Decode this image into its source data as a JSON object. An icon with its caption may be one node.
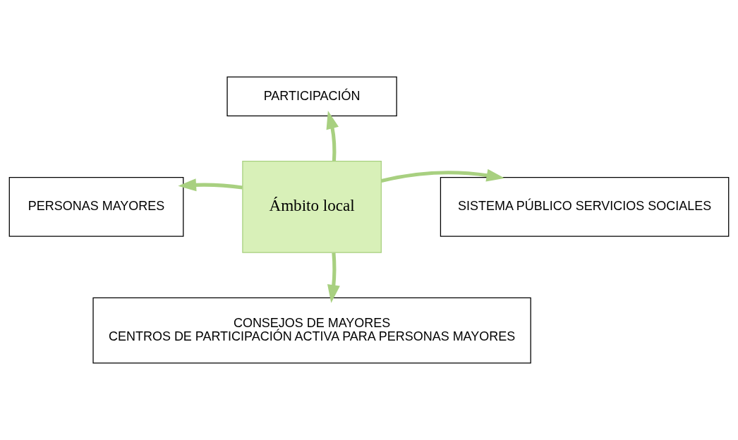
{
  "diagram": {
    "nodes": [
      {
        "text": [
          "PARTICIPACIÓN"
        ]
      },
      {
        "text": [
          "PERSONAS MAYORES"
        ]
      },
      {
        "text": [
          "Ámbito local"
        ]
      },
      {
        "text": [
          "SISTEMA PÚBLICO SERVICIOS SOCIALES"
        ]
      },
      {
        "text": [
          "CONSEJOS DE MAYORES",
          "CENTROS DE PARTICIPACIÓN ACTIVA PARA PERSONAS MAYORES"
        ]
      }
    ],
    "edges": [
      {
        "from": 2,
        "to": 0,
        "arrow": "to"
      },
      {
        "from": 2,
        "to": 1,
        "arrow": "to"
      },
      {
        "from": 2,
        "to": 3,
        "arrow": "to"
      },
      {
        "from": 2,
        "to": 4,
        "arrow": "to"
      }
    ]
  }
}
